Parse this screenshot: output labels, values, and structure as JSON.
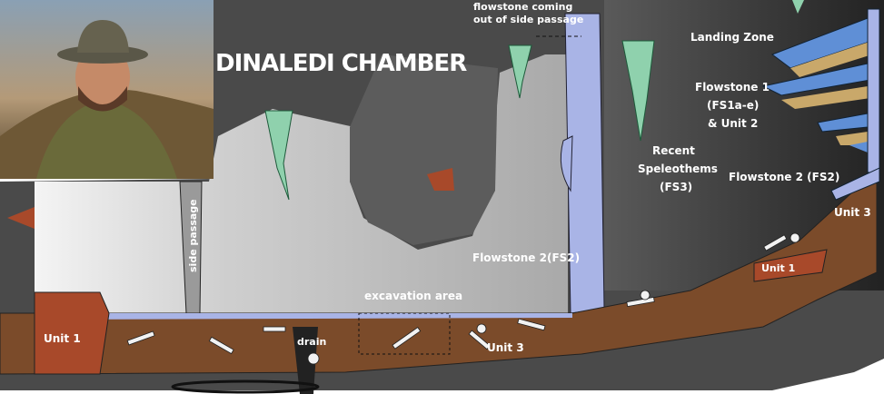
{
  "title": "DINALEDI CHAMBER",
  "photo": {
    "subject": "portrait-photo"
  },
  "labels": {
    "flowstone_side_passage": [
      "flowstone coming",
      "out of side passage"
    ],
    "landing_zone": "Landing Zone",
    "flowstone1": [
      "Flowstone 1",
      "(FS1a-e)",
      "& Unit 2"
    ],
    "recent_speleothems": [
      "Recent",
      "Speleothems",
      "(FS3)"
    ],
    "flowstone2_right": "Flowstone 2 (FS2)",
    "unit3_right": "Unit 3",
    "side_passage": "side passage",
    "flowstone2_center": "Flowstone 2(FS2)",
    "unit1_right": "Unit 1",
    "excavation_area": "excavation area",
    "drain": "drain",
    "unit1_left": "Unit 1",
    "unit3_bottom": "Unit 3"
  },
  "colors": {
    "cave_dark": "#4a4a4a",
    "chamber_light": "#c9c9c9",
    "sediment": "#7b4b2a",
    "unit1": "#a8492a",
    "flowstone_blue": "#a9b4e6",
    "speleothem_green": "#8fd1ad"
  }
}
